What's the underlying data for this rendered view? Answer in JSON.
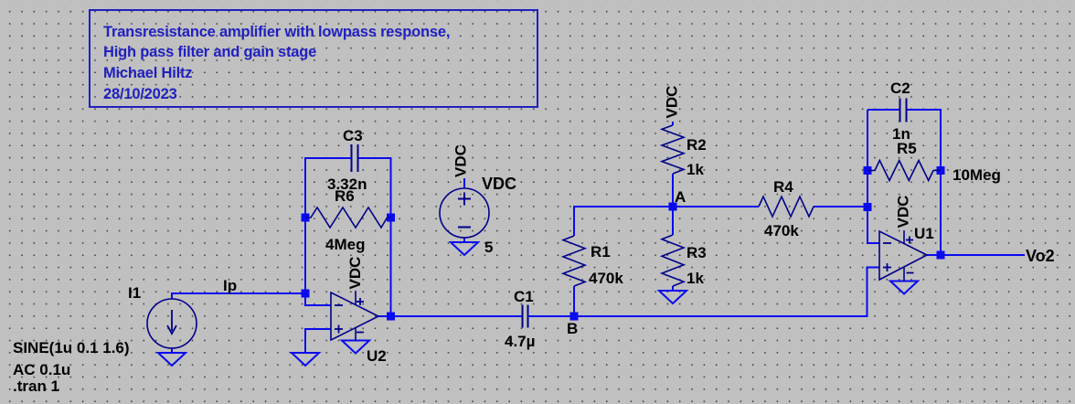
{
  "app": {
    "type": "schematic-editor"
  },
  "colors": {
    "background": "#c0c0c0",
    "grid_dot": "#3f3f3f",
    "wire": "#0a0af0",
    "component_body": "#00008a",
    "label_text": "#000000",
    "title_text": "#2020c0"
  },
  "title_block": {
    "line1": "Transresistance amplifier with lowpass response,",
    "line2": "High pass filter and gain stage",
    "line3": "Michael Hiltz",
    "line4": "28/10/2023"
  },
  "directives": {
    "sine": "SINE(1u 0.1 1.6)",
    "ac": "AC 0.1u",
    "tran": ".tran 1"
  },
  "components": {
    "I1": {
      "ref": "I1"
    },
    "C3": {
      "ref": "C3",
      "value": "3.32n"
    },
    "R6": {
      "ref": "R6",
      "value": "4Meg"
    },
    "U2": {
      "ref": "U2"
    },
    "VDC": {
      "ref": "VDC",
      "value": "5"
    },
    "C1": {
      "ref": "C1",
      "value": "4.7µ"
    },
    "R1": {
      "ref": "R1",
      "value": "470k"
    },
    "R2": {
      "ref": "R2",
      "value": "1k"
    },
    "R3": {
      "ref": "R3",
      "value": "1k"
    },
    "R4": {
      "ref": "R4",
      "value": "470k"
    },
    "R5": {
      "ref": "R5",
      "value": "10Meg"
    },
    "C2": {
      "ref": "C2",
      "value": "1n"
    },
    "U1": {
      "ref": "U1"
    }
  },
  "net_labels": {
    "ip": "Ip",
    "a": "A",
    "b": "B",
    "vo2": "Vo2",
    "vdc": "VDC"
  }
}
